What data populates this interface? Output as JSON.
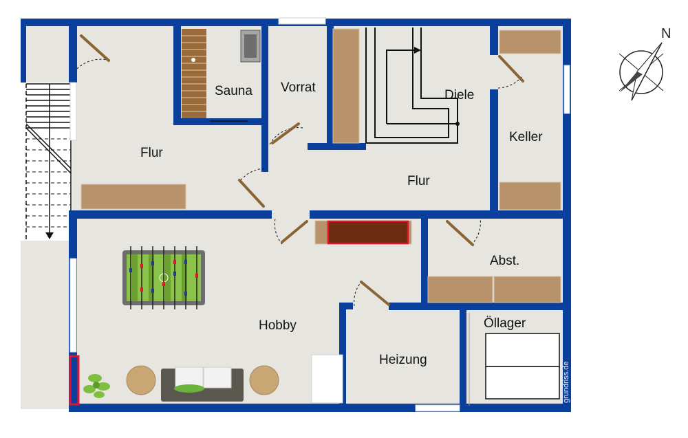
{
  "rooms": {
    "flur_left": "Flur",
    "sauna": "Sauna",
    "vorrat": "Vorrat",
    "diele": "Diele",
    "keller": "Keller",
    "flur_center": "Flur",
    "abst": "Abst.",
    "hobby": "Hobby",
    "oellager": "Öllager",
    "heizung": "Heizung"
  },
  "compass": {
    "north": "N"
  },
  "watermark": "grundriss.de",
  "colors": {
    "wall": "#0b3f9c",
    "floor": "#e6e5df",
    "cabinet": "#b7926a",
    "radiator": "#6b2c10",
    "accent_red": "#e0142b"
  }
}
